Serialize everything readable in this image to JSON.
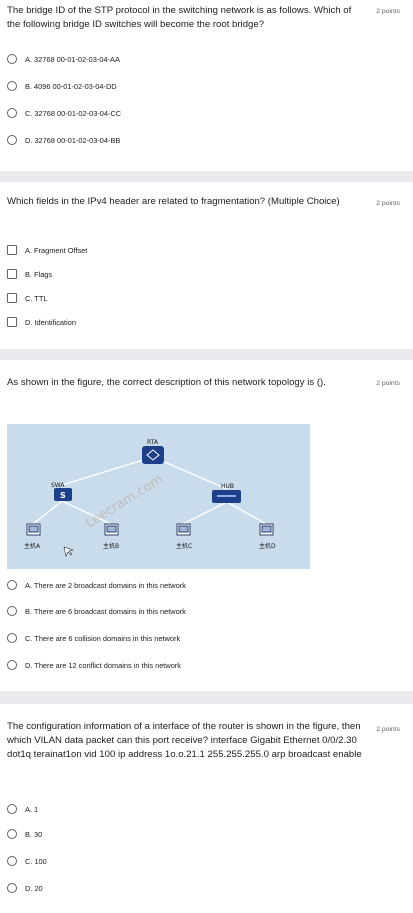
{
  "questions": [
    {
      "text": "The bridge ID of the STP protocol in the switching network is as follows. Which of the following bridge ID switches will become the root bridge?",
      "points": "2 points",
      "type": "radio",
      "options": [
        "A. 32768 00-01-02-03-04-AA",
        "B. 4096 00-01-02-03-04-DD",
        "C. 32768 00-01-02-03-04-CC",
        "D. 32768 00-01-02-03-04-BB"
      ]
    },
    {
      "text": "Which fields in the IPv4 header are related to fragmentation? (Multiple Choice)",
      "points": "2 points",
      "type": "checkbox",
      "options": [
        "A. Fragment Offset",
        "B. Flags",
        "C. TTL",
        "D. Identification"
      ]
    },
    {
      "text": "As shown in the figure, the correct description of this network topology is ().",
      "points": "2 points",
      "type": "radio",
      "options": [
        "A. There are 2 broadcast domains in this network",
        "B. There are 6 broadcast domains in this network",
        "C. There are 6 collision domains in this network",
        "D. There are 12 conflict domains in this network"
      ],
      "figure": {
        "router": "RTA",
        "switch": "SWA",
        "switch_symbol": "S",
        "hub": "HUB",
        "hosts": [
          "主机A",
          "主机B",
          "主机C",
          "主机D"
        ],
        "watermark": "Leecram.com"
      }
    },
    {
      "text": "The configuration information of a interface of the router is shown in the figure, then which VILAN data packet can this port receive? interface Gigabit Ethernet 0/0/2.30 dot1q terainat1on vid 100 ip address 1o.o.21.1 255.255.255.0 arp broadcast enable",
      "points": "2 points",
      "type": "radio",
      "options": [
        "A. 1",
        "B. 30",
        "C. 100",
        "D. 20"
      ]
    }
  ],
  "colors": {
    "separator": "#e8eaed",
    "figure_bg": "#c9dceb",
    "device": "#1e3f8a",
    "link": "#ffffff"
  }
}
